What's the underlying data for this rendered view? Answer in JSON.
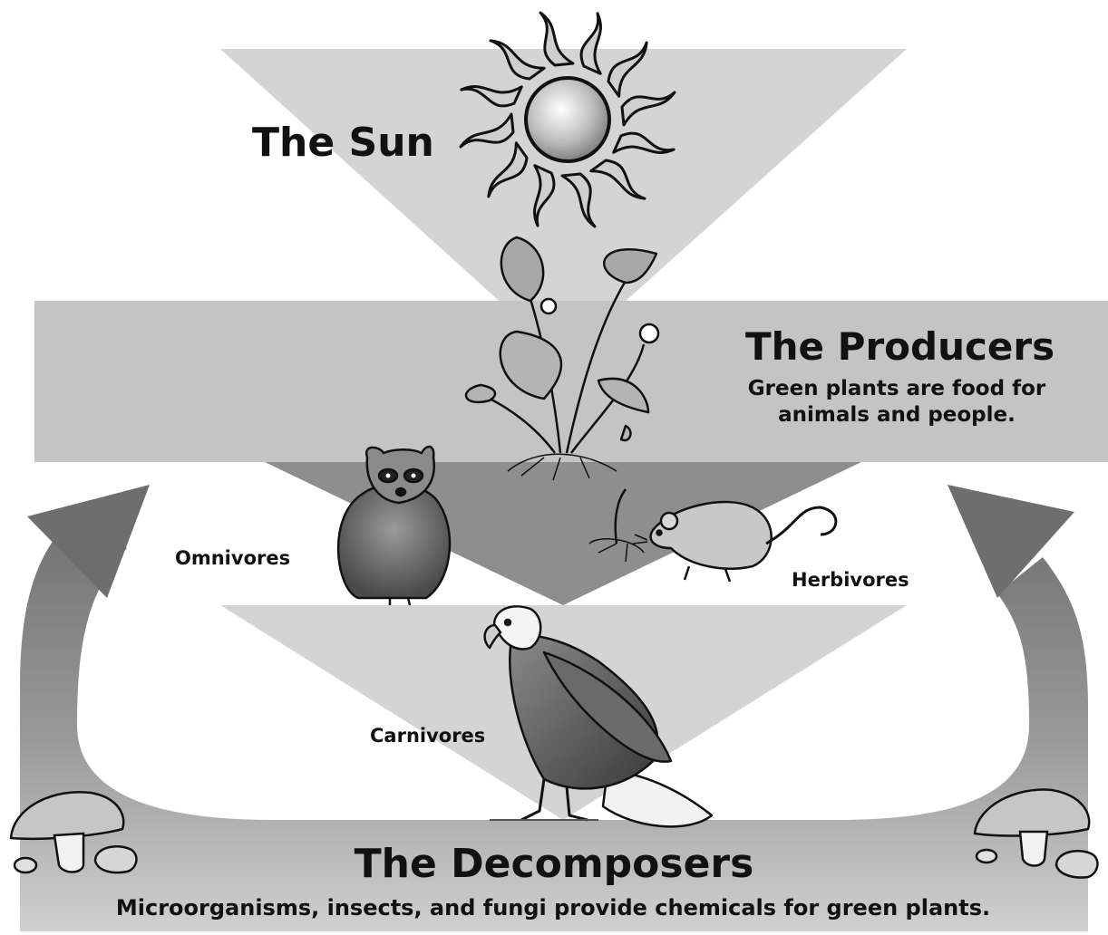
{
  "sun": {
    "title": "The Sun"
  },
  "producers": {
    "title": "The Producers",
    "subtitle": "Green plants are food for animals and people."
  },
  "consumers": {
    "omnivores": "Omnivores",
    "herbivores": "Herbivores",
    "carnivores": "Carnivores"
  },
  "decomposers": {
    "title": "The Decomposers",
    "subtitle": "Microorganisms, insects, and fungi provide chemicals for green plants."
  },
  "illustrations": [
    "sun-icon",
    "plant-icon",
    "raccoon-icon",
    "mouse-icon",
    "eagle-icon",
    "mushroom-icon"
  ]
}
